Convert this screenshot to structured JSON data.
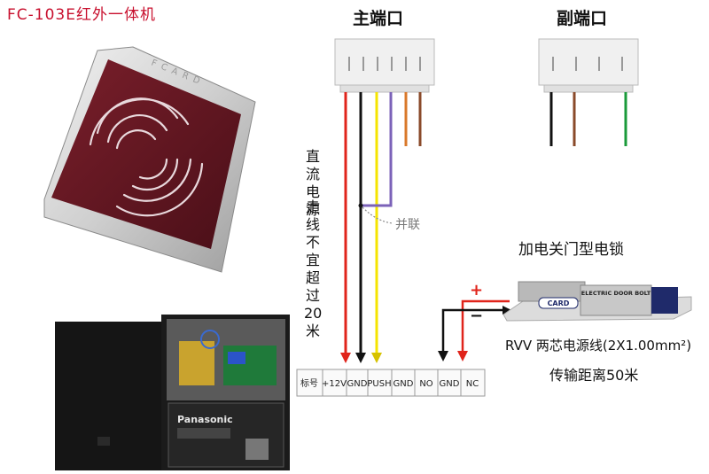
{
  "title": "FC-103E红外一体机",
  "ports": {
    "main": "主端口",
    "aux": "副端口"
  },
  "power_note": {
    "line1": "直流",
    "line2": "电源",
    "line3": "走线",
    "line4": "不宜",
    "line5": "超过",
    "line6": "20米"
  },
  "parallel_label": "并联",
  "lock": {
    "title": "加电关门型电锁",
    "plate_label": "ELECTRIC DOOR BOLT",
    "brand": "CARD",
    "plus": "+",
    "minus": "−"
  },
  "cable_note": {
    "line1": "RVV 两芯电源线(2X1.00mm²)",
    "line2": "传输距离50米"
  },
  "terminal": [
    "标号",
    "+12V",
    "GND",
    "PUSH",
    "GND",
    "NO",
    "GND",
    "NC"
  ],
  "battery_brand": "Panasonic",
  "colors": {
    "red": "#e0241b",
    "black": "#111111",
    "yellow": "#f5e400",
    "purple": "#7b62b8",
    "orange": "#d9782a",
    "brown": "#8a4a2a",
    "green": "#1a9a3a"
  }
}
